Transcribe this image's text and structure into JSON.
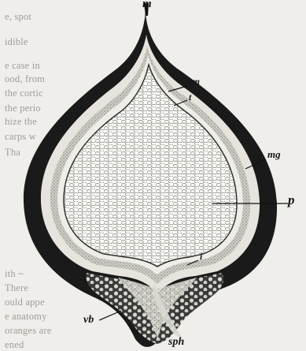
{
  "figure": {
    "labels": {
      "m": "m",
      "sm": "sm",
      "t": "t",
      "mg": "mg",
      "p": "p",
      "i": "i",
      "vb": "vb",
      "sph": "sph"
    }
  },
  "background_text": {
    "lines": [
      "e, spot",
      "idible",
      "e case in",
      "ood, from",
      "the cortic",
      "the perio",
      "hize the",
      "carps w",
      "Tha",
      "ith ~",
      "There",
      "ould appe",
      "e anatomy",
      "oranges are",
      "ened"
    ]
  }
}
